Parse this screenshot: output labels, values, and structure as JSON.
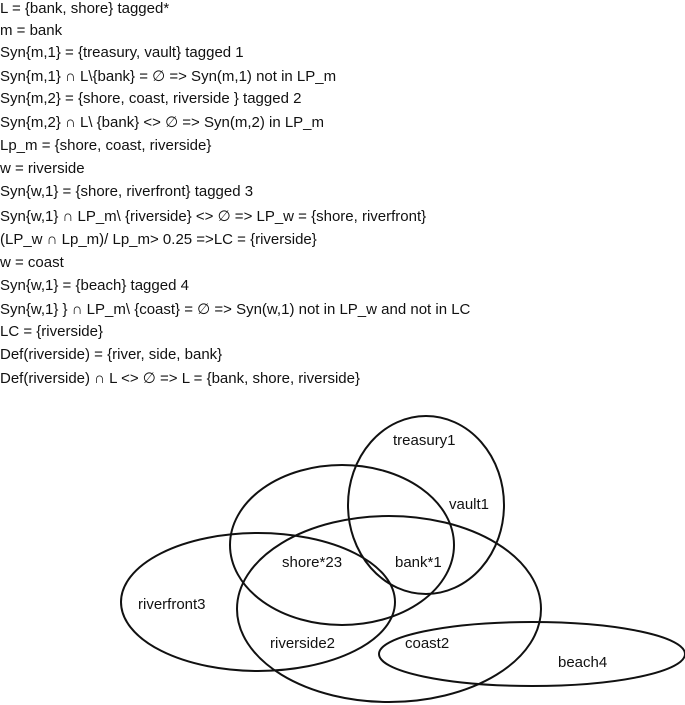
{
  "lines": [
    "L = {bank, shore} tagged*",
    "m = bank",
    "Syn{m,1}  =  {treasury, vault} tagged 1",
    "Syn{m,1} ∩ L\\{bank}  =  ∅ => Syn(m,1) not in LP_m",
    "Syn{m,2} = {shore, coast, riverside } tagged 2",
    "Syn{m,2} ∩ L\\ {bank} <>  ∅ => Syn(m,2) in LP_m",
    "Lp_m = {shore, coast, riverside}",
    "w = riverside",
    "Syn{w,1} = {shore, riverfront} tagged 3",
    "Syn{w,1} ∩ LP_m\\ {riverside} <>  ∅ =>  LP_w = {shore, riverfront}",
    "(LP_w  ∩ Lp_m)/ Lp_m> 0.25 =>LC = {riverside}",
    "w = coast",
    "Syn{w,1} = {beach} tagged 4",
    "Syn{w,1} } ∩ LP_m\\ {coast} =  ∅ => Syn(w,1) not in LP_w and not in LC",
    "LC = {riverside}",
    "Def(riverside) = {river, side, bank}",
    "Def(riverside) ∩ L <>  ∅  => L = {bank, shore, riverside}"
  ],
  "diagram": {
    "labels": {
      "treasury": "treasury1",
      "vault": "vault1",
      "shore": "shore*23",
      "bank": "bank*1",
      "riverfront": "riverfront3",
      "riverside": "riverside2",
      "coast": "coast2",
      "beach": "beach4"
    }
  }
}
